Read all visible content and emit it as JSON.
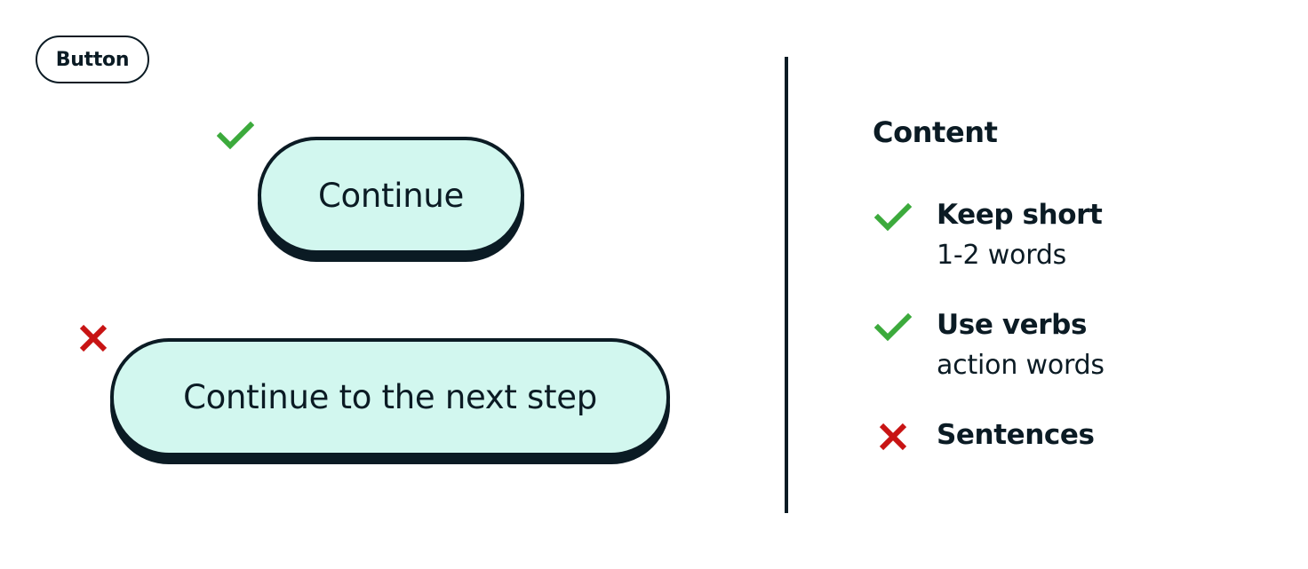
{
  "component_tag": "Button",
  "examples": {
    "good": {
      "label": "Continue",
      "mark": "check-icon",
      "mark_color": "#3caa3c"
    },
    "bad": {
      "label": "Continue to the next step",
      "mark": "cross-icon",
      "mark_color": "#c81414"
    }
  },
  "colors": {
    "button_fill": "#d2f7ef",
    "outline": "#0b1b24"
  },
  "guidelines": {
    "heading": "Content",
    "rules": [
      {
        "title": "Keep short",
        "subtitle": "1-2 words",
        "mark": "check-icon"
      },
      {
        "title": "Use verbs",
        "subtitle": "action words",
        "mark": "check-icon"
      },
      {
        "title": "Sentences",
        "mark": "cross-icon"
      }
    ]
  }
}
